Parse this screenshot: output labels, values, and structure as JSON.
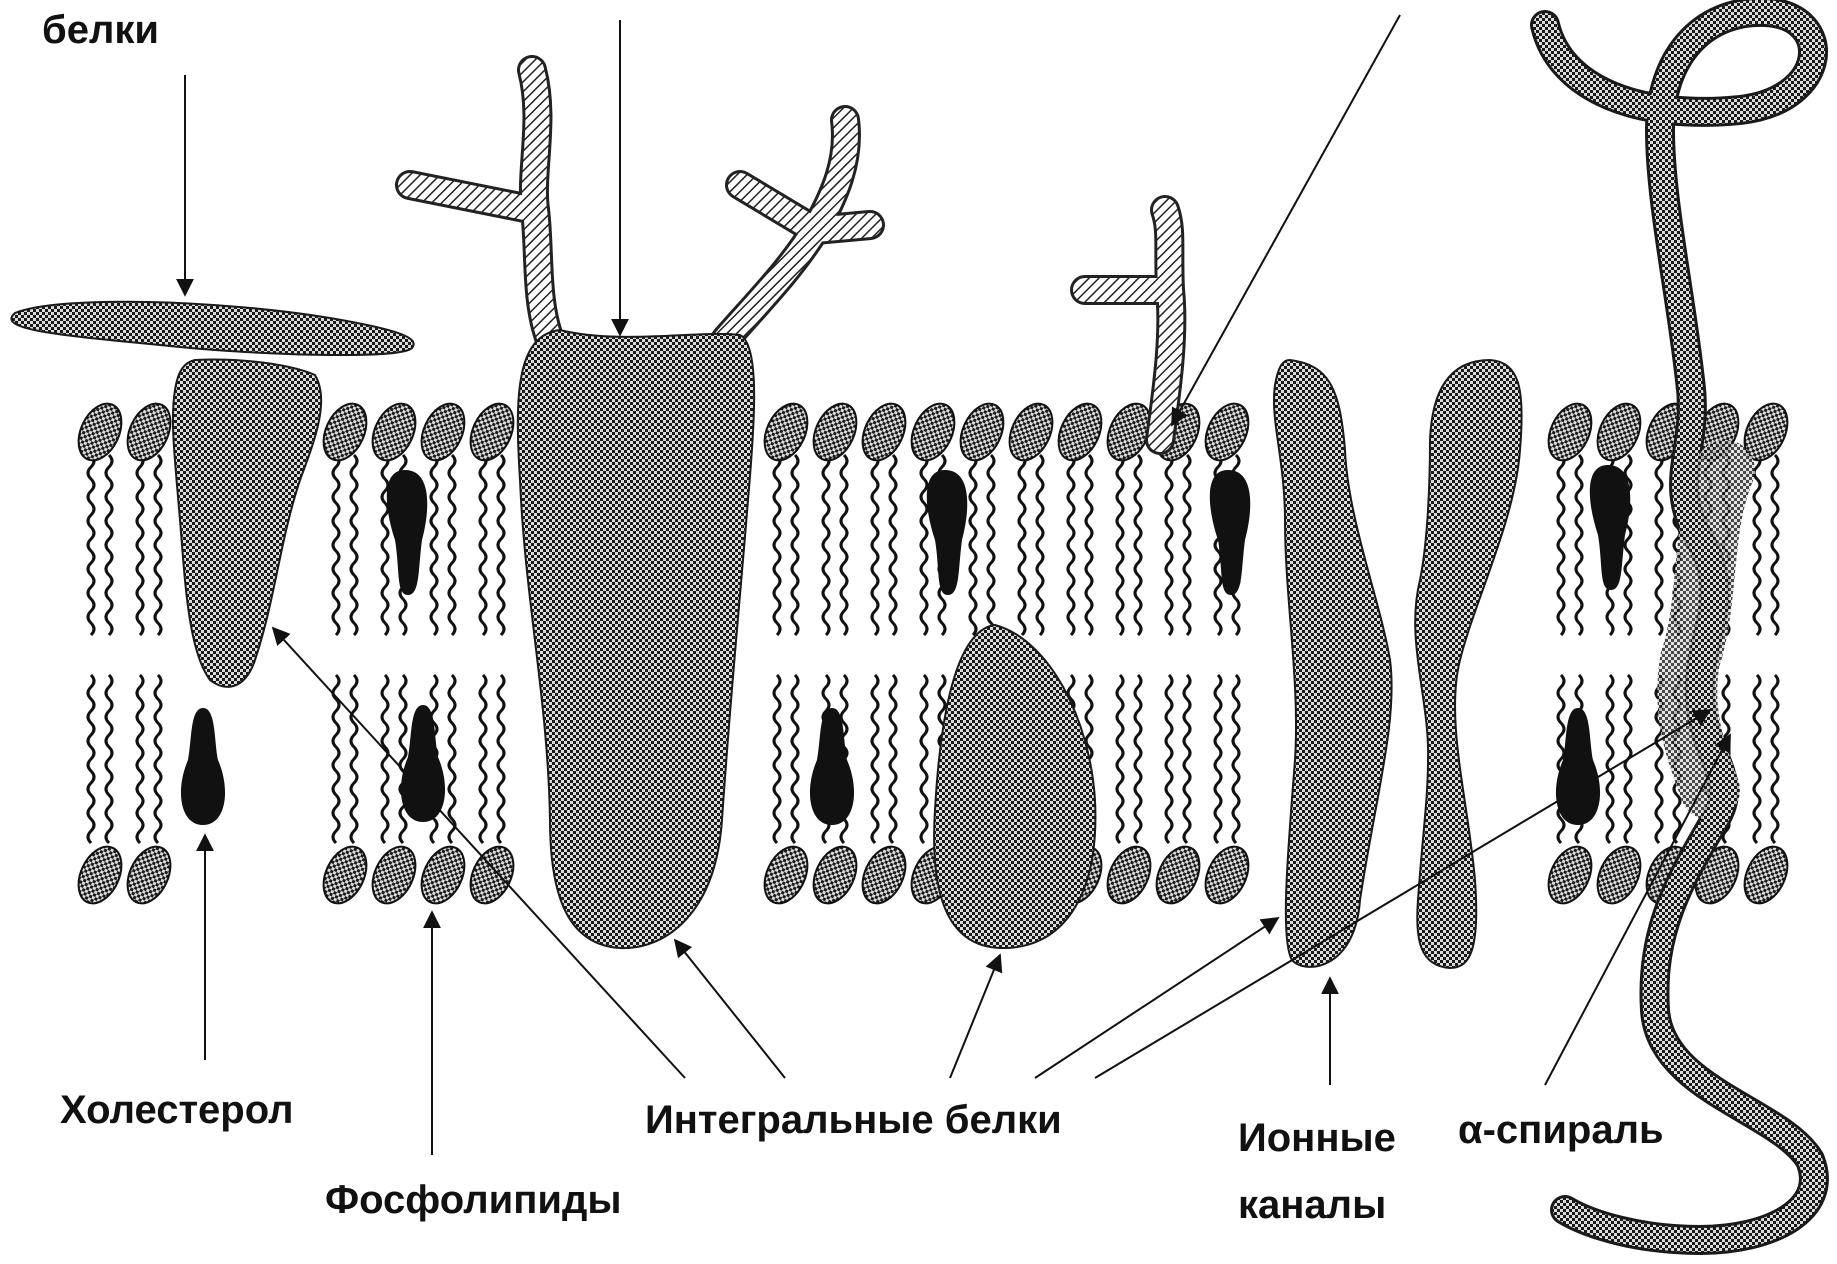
{
  "labels": {
    "peripheral_proteins": "белки",
    "cholesterol": "Холестерол",
    "phospholipids": "Фосфолипиды",
    "integral_proteins": "Интегральные белки",
    "ion_channels_line1": "Ионные",
    "ion_channels_line2": "каналы",
    "alpha_helix": "α-спираль"
  },
  "colors": {
    "ink": "#111111",
    "glycan_stroke": "#222222",
    "background": "#ffffff"
  }
}
